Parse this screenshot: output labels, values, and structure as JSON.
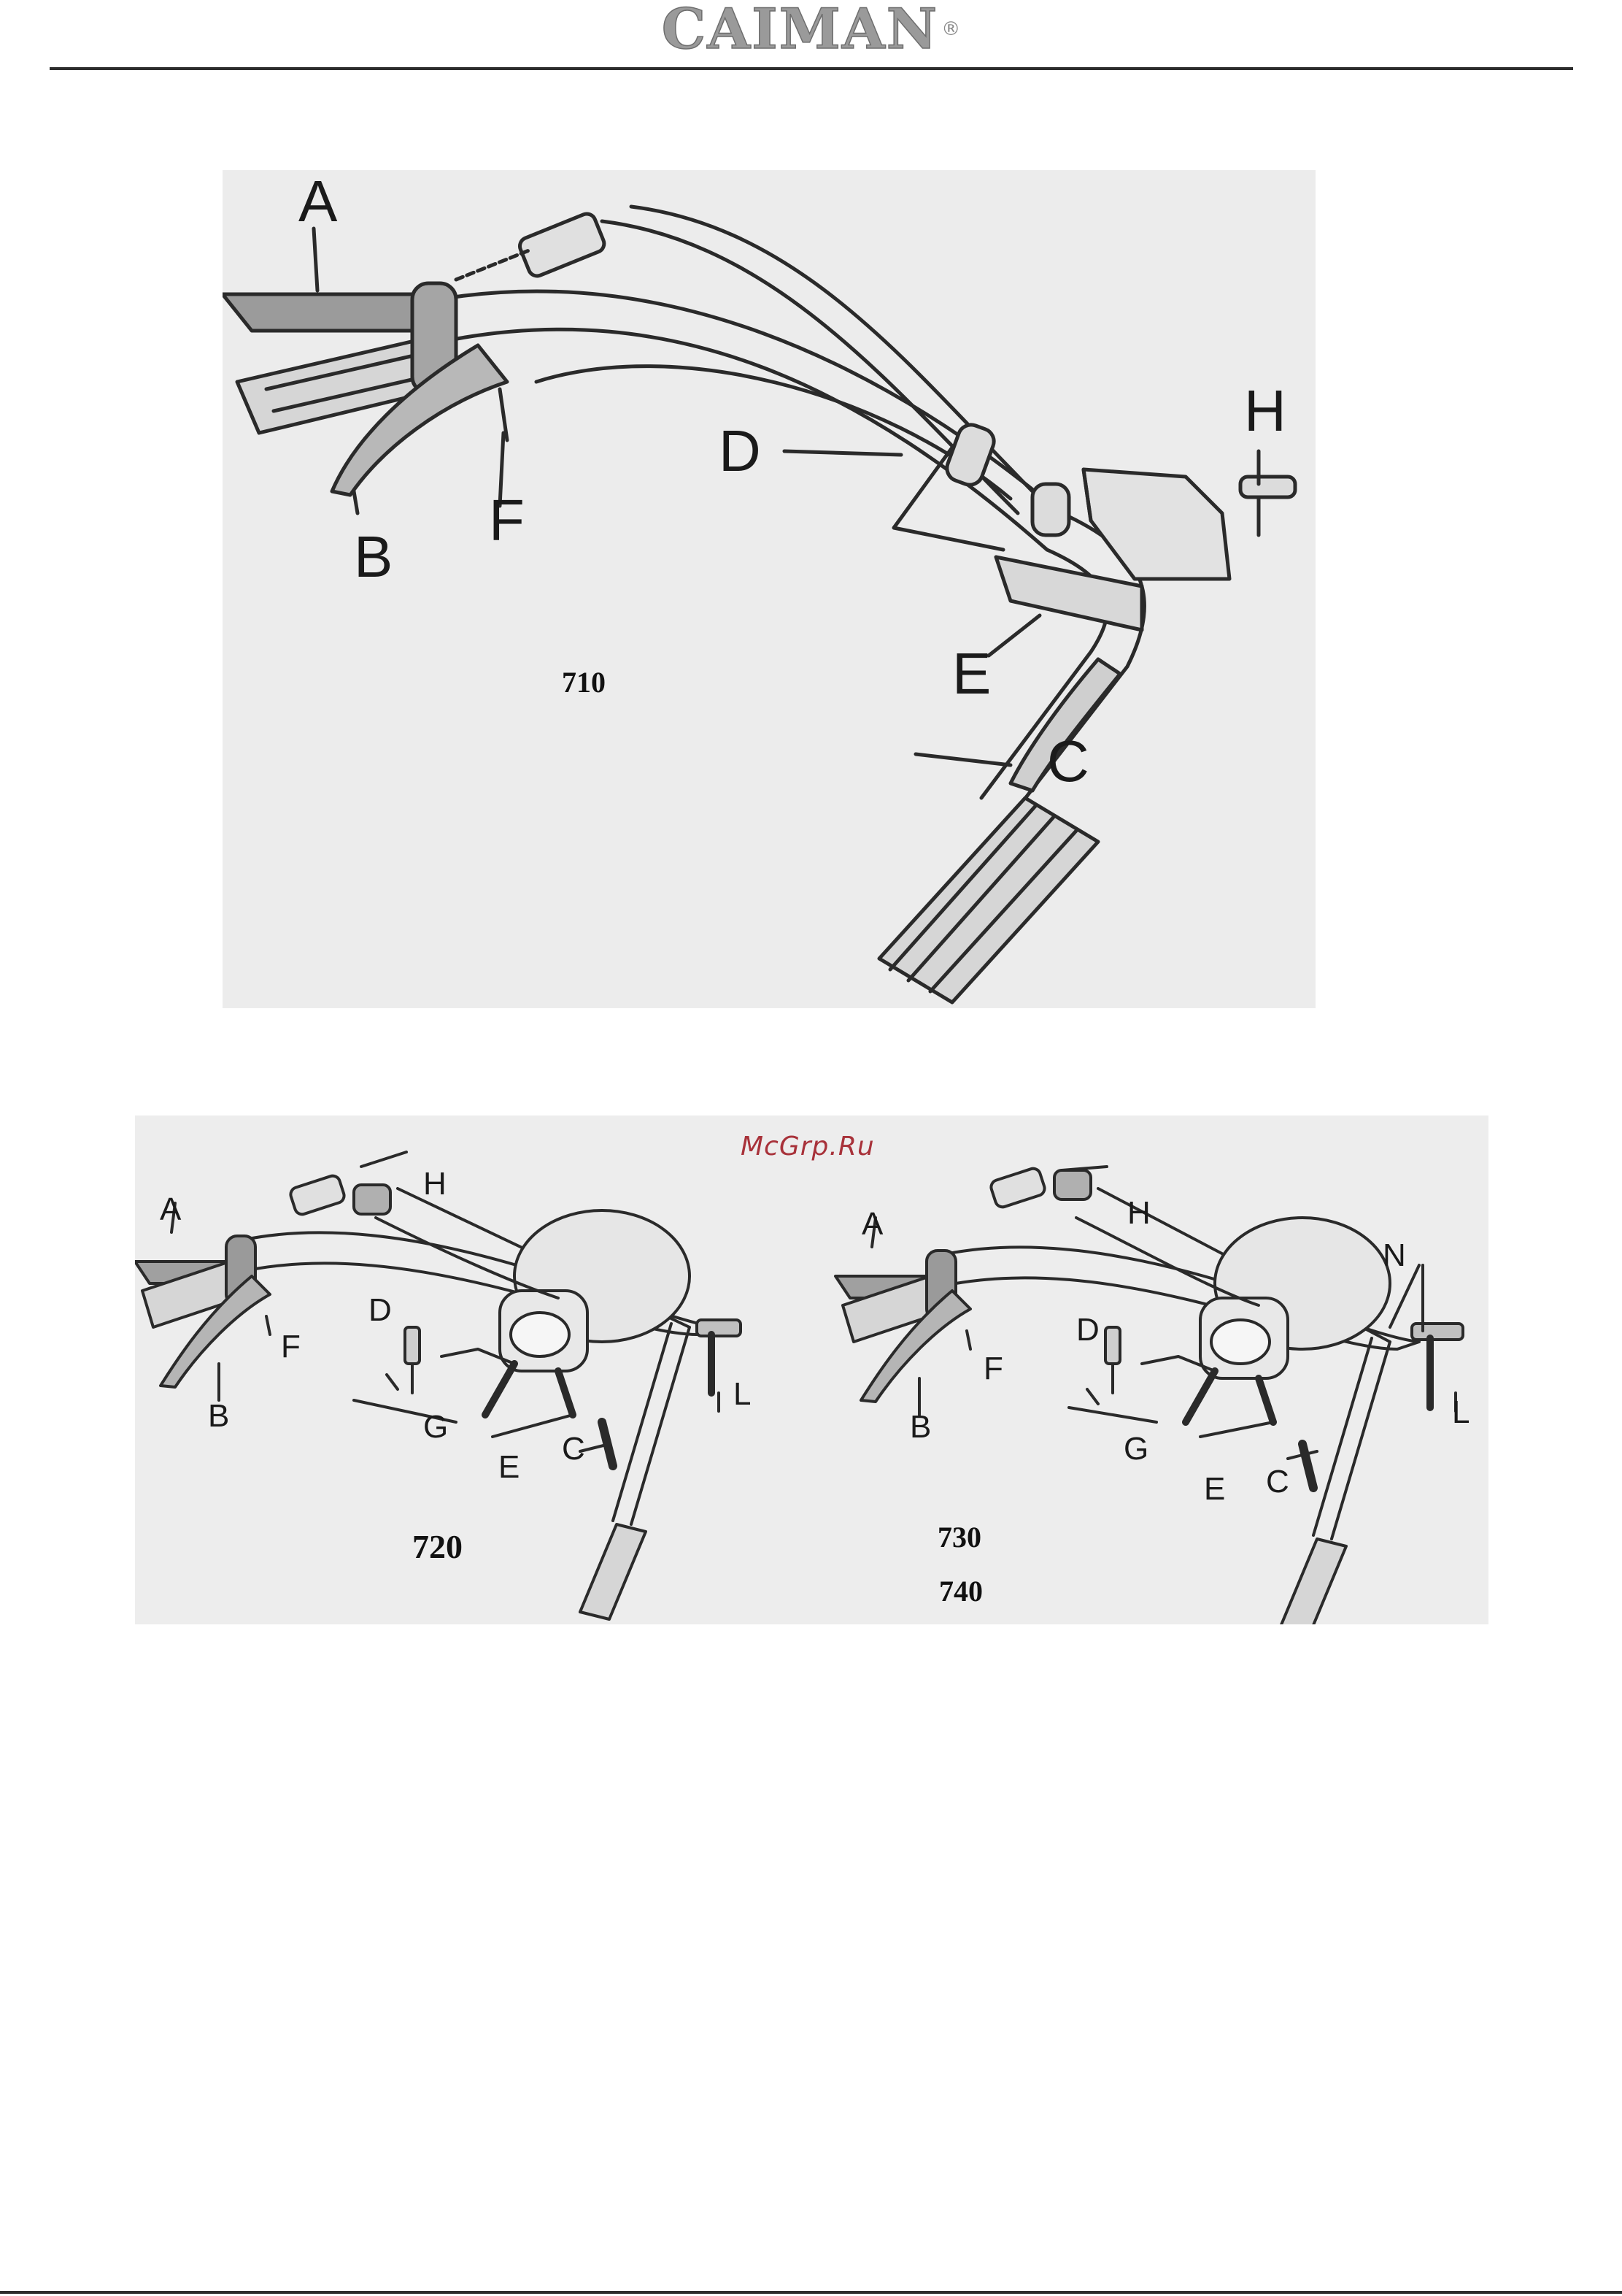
{
  "header": {
    "brand": "CAIMAN",
    "brand_mark": "®"
  },
  "watermark": "McGrp.Ru",
  "figure_710": {
    "model": "710",
    "labels": {
      "a": "A",
      "b": "B",
      "c": "C",
      "d": "D",
      "e": "E",
      "f": "F",
      "h": "H"
    }
  },
  "figure_720": {
    "model": "720",
    "labels": {
      "a": "A",
      "b": "B",
      "c": "C",
      "d": "D",
      "e": "E",
      "f": "F",
      "g": "G",
      "h": "H",
      "l": "L"
    }
  },
  "figure_730": {
    "models": [
      "730",
      "740"
    ],
    "labels": {
      "a": "A",
      "b": "B",
      "c": "C",
      "d": "D",
      "e": "E",
      "f": "F",
      "g": "G",
      "h": "H",
      "l": "L",
      "n": "N"
    }
  }
}
